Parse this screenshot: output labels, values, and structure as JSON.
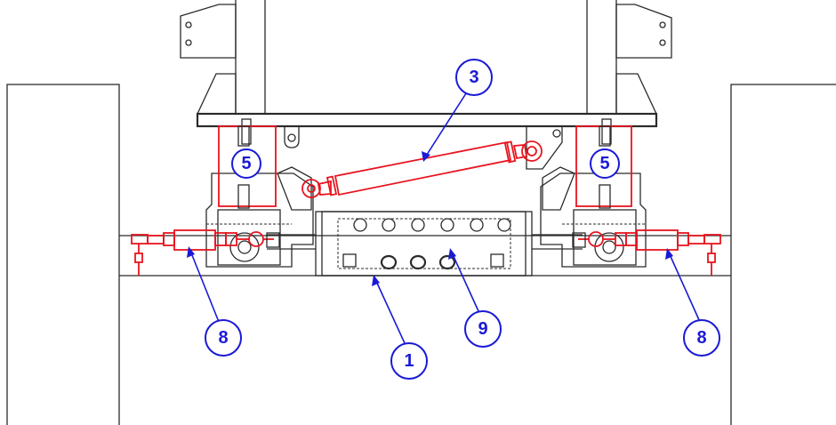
{
  "callouts": {
    "c3": "3",
    "c5_left": "5",
    "c5_right": "5",
    "c8_left": "8",
    "c8_right": "8",
    "c9": "9",
    "c1": "1"
  },
  "colors": {
    "line": "#2b2b2b",
    "highlight_part": "#e8141f",
    "callout": "#1a1ad6",
    "background": "#ffffff"
  }
}
